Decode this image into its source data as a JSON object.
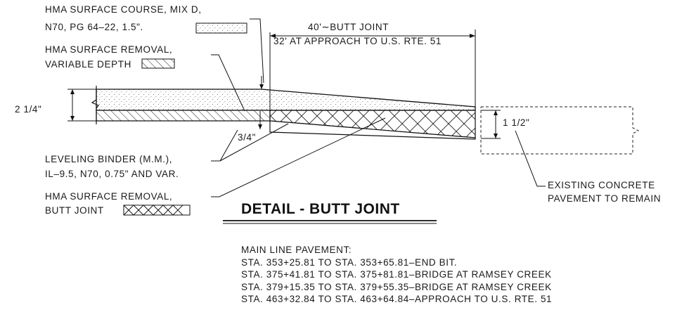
{
  "labels": {
    "surface_course_1": "HMA SURFACE COURSE, MIX D,",
    "surface_course_2": "N70, PG 64–22, 1.5\".",
    "removal_variable_1": "HMA SURFACE REMOVAL,",
    "removal_variable_2": "VARIABLE DEPTH",
    "thickness_left": "2 1/4\"",
    "thickness_right": "1 1/2\"",
    "thickness_taper": "3/4\"",
    "joint_length_1": "40'∼BUTT JOINT",
    "joint_length_2": "32' AT APPROACH TO U.S. RTE. 51",
    "leveling_binder_1": "LEVELING BINDER (M.M.),",
    "leveling_binder_2": "IL–9.5, N70, 0.75\" AND VAR.",
    "removal_butt_1": "HMA SURFACE REMOVAL,",
    "removal_butt_2": "BUTT JOINT",
    "concrete_1": "EXISTING CONCRETE",
    "concrete_2": "PAVEMENT TO REMAIN"
  },
  "title": "DETAIL - BUTT JOINT",
  "notes": {
    "heading": "MAIN LINE PAVEMENT:",
    "stations": [
      "STA. 353+25.81  TO  STA.  353+65.81–END BIT.",
      "STA. 375+41.81  TO  STA.  375+81.81–BRIDGE AT RAMSEY CREEK",
      "STA. 379+15.35  TO  STA.  379+55.35–BRIDGE AT RAMSEY CREEK",
      "STA. 463+32.84  TO  STA.  463+64.84–APPROACH TO U.S. RTE. 51"
    ]
  }
}
